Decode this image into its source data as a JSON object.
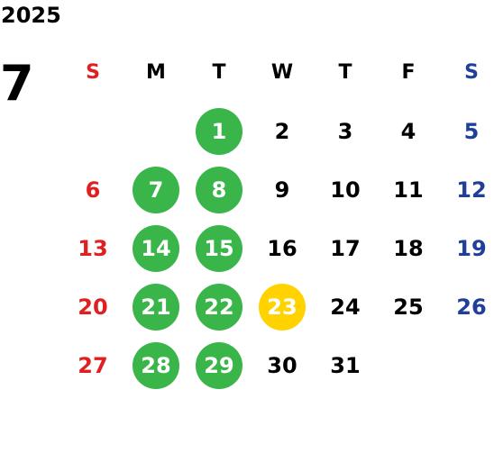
{
  "year": "2025",
  "month": "7",
  "weekdays": [
    "S",
    "M",
    "T",
    "W",
    "T",
    "F",
    "S"
  ],
  "colors": {
    "sunday": "#e02020",
    "saturday": "#1f3f9a",
    "weekday": "#000000",
    "marked_circle": "#3ab54a",
    "today_circle": "#ffd200",
    "circle_text": "#ffffff"
  },
  "start_weekday_index": 2,
  "days": [
    {
      "day": "1",
      "mark": "green"
    },
    {
      "day": "2",
      "mark": "none"
    },
    {
      "day": "3",
      "mark": "none"
    },
    {
      "day": "4",
      "mark": "none"
    },
    {
      "day": "5",
      "mark": "none"
    },
    {
      "day": "6",
      "mark": "none"
    },
    {
      "day": "7",
      "mark": "green"
    },
    {
      "day": "8",
      "mark": "green"
    },
    {
      "day": "9",
      "mark": "none"
    },
    {
      "day": "10",
      "mark": "none"
    },
    {
      "day": "11",
      "mark": "none"
    },
    {
      "day": "12",
      "mark": "none"
    },
    {
      "day": "13",
      "mark": "none"
    },
    {
      "day": "14",
      "mark": "green"
    },
    {
      "day": "15",
      "mark": "green"
    },
    {
      "day": "16",
      "mark": "none"
    },
    {
      "day": "17",
      "mark": "none"
    },
    {
      "day": "18",
      "mark": "none"
    },
    {
      "day": "19",
      "mark": "none"
    },
    {
      "day": "20",
      "mark": "none"
    },
    {
      "day": "21",
      "mark": "green"
    },
    {
      "day": "22",
      "mark": "green"
    },
    {
      "day": "23",
      "mark": "yellow"
    },
    {
      "day": "24",
      "mark": "none"
    },
    {
      "day": "25",
      "mark": "none"
    },
    {
      "day": "26",
      "mark": "none"
    },
    {
      "day": "27",
      "mark": "none"
    },
    {
      "day": "28",
      "mark": "green"
    },
    {
      "day": "29",
      "mark": "green"
    },
    {
      "day": "30",
      "mark": "none"
    },
    {
      "day": "31",
      "mark": "none"
    }
  ]
}
